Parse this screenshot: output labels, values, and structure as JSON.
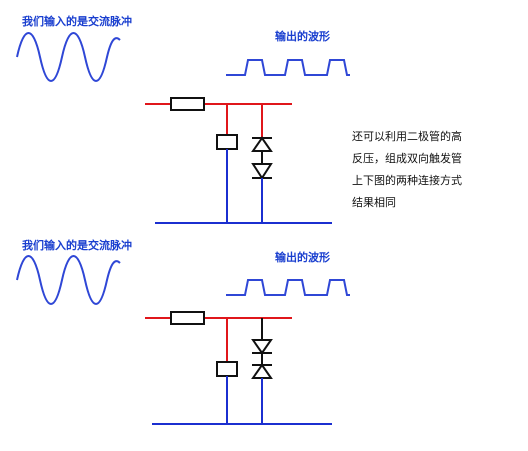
{
  "panels": [
    {
      "input_label": "我们输入的是交流脉冲",
      "output_label": "输出的波形"
    },
    {
      "input_label": "我们输入的是交流脉冲",
      "output_label": "输出的波形"
    }
  ],
  "note_lines": [
    "还可以利用二极管的高",
    "反压，组成双向触发管",
    "上下图的两种连接方式",
    "结果相同"
  ],
  "colors": {
    "wire_red": "#e0161b",
    "wire_blue": "#1b2fd0",
    "wave": "#2f47d6",
    "text": "#1a3fcf",
    "component": "#111111"
  }
}
